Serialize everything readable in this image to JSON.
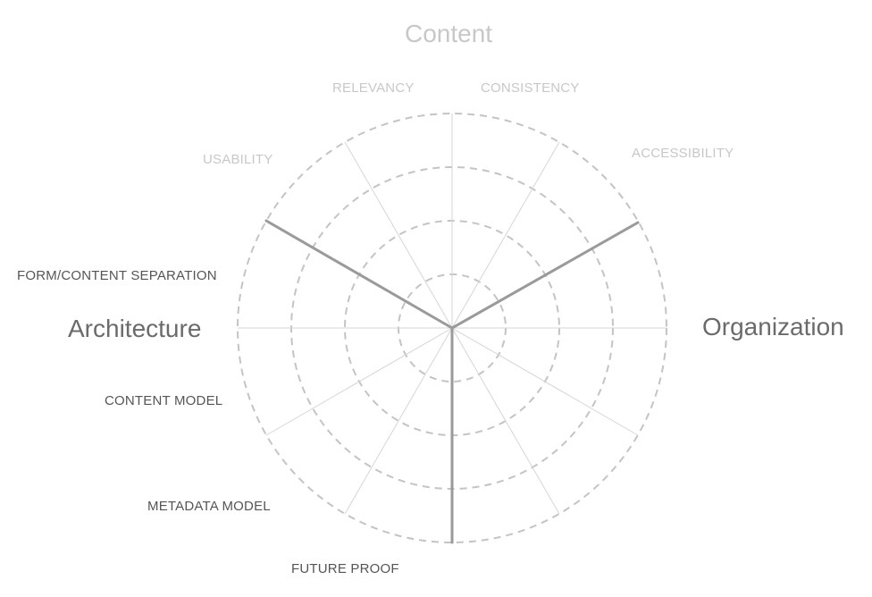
{
  "sectors": {
    "content": "Content",
    "organization": "Organization",
    "architecture": "Architecture"
  },
  "axes": {
    "relevancy": "RELEVANCY",
    "consistency": "CONSISTENCY",
    "accessibility": "ACCESSIBILITY",
    "usability": "USABILITY",
    "form_content_separation": "FORM/CONTENT SEPARATION",
    "content_model": "CONTENT MODEL",
    "metadata_model": "METADATA MODEL",
    "future_proof": "FUTURE PROOF"
  },
  "colors": {
    "faded_text": "#c8c8c8",
    "dark_text": "#555555",
    "sector_dark": "#6b6b6b",
    "grid_ring": "#c4c4c4",
    "spoke": "#d6d6d6",
    "divider": "#9a9a9a"
  },
  "rings": 4
}
